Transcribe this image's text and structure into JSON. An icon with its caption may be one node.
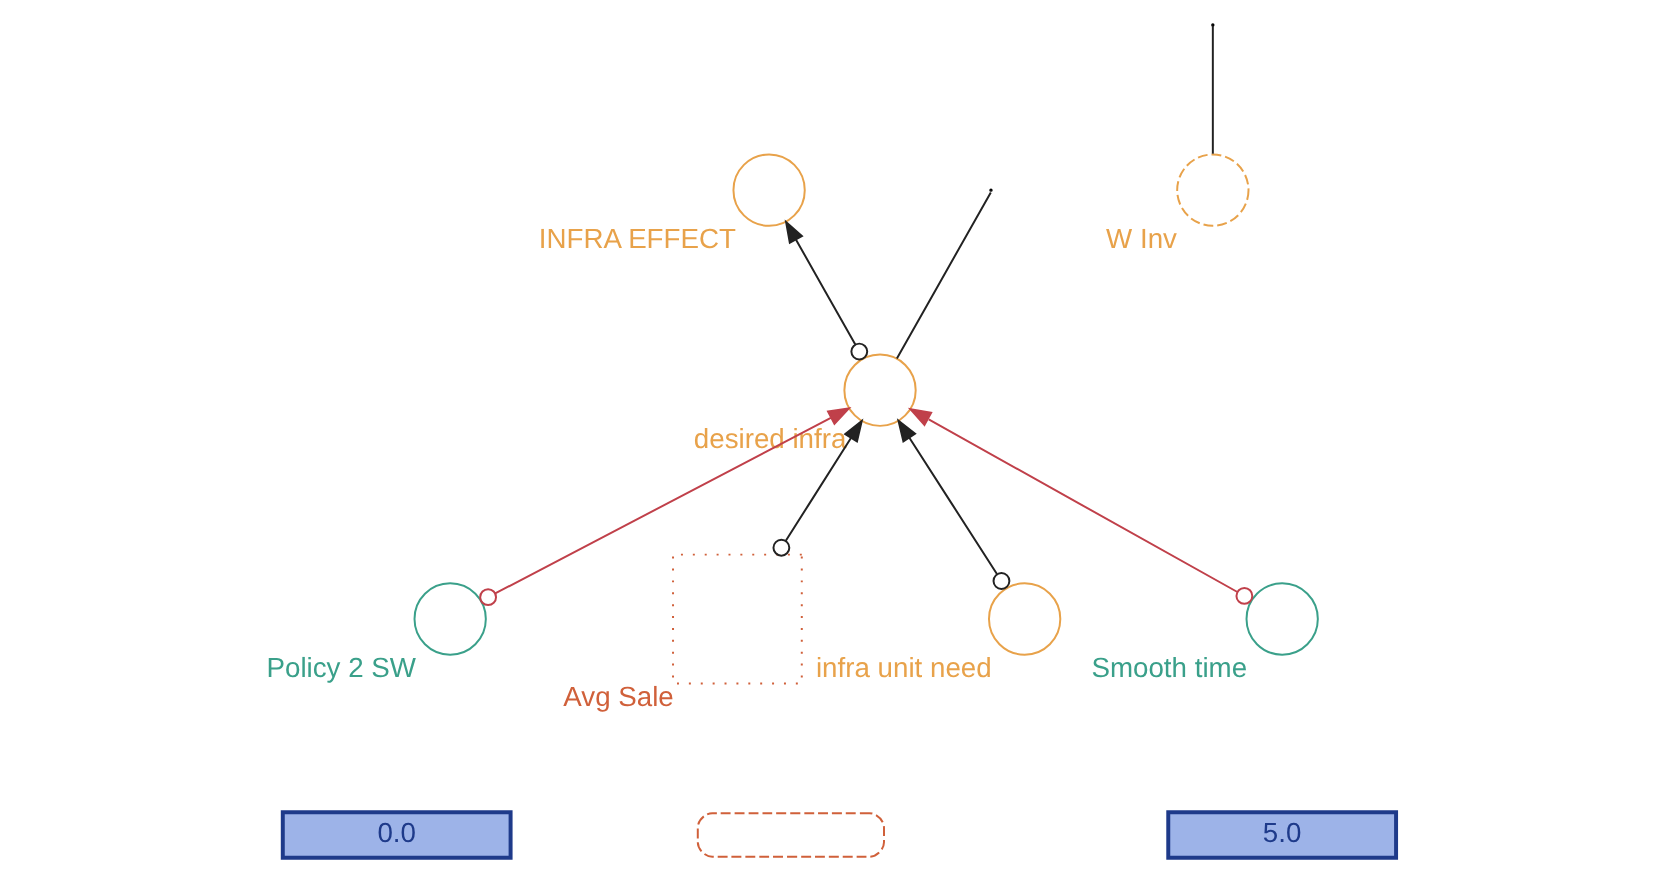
{
  "diagram": {
    "nodes": [
      {
        "text": [
          "INFRA EFFECT"
        ]
      },
      {
        "text": [
          "W Inv"
        ]
      },
      {
        "text": [
          "desired infra"
        ]
      },
      {
        "text": [
          "Policy 2 SW"
        ]
      },
      {
        "text": [
          "0.0"
        ]
      },
      {
        "text": [
          "Avg Sale"
        ]
      },
      {
        "text": [],
        "shape": "box"
      },
      {
        "text": [
          "Smooth time"
        ]
      },
      {
        "text": [
          "5.0"
        ]
      },
      {
        "text": [
          "infra unit need"
        ]
      }
    ],
    "edges": [
      {
        "from": 2,
        "to": 0,
        "arrow": "to"
      },
      {
        "from": 2,
        "to": null,
        "arrow": "none"
      },
      {
        "from": 1,
        "to": null,
        "arrow": "none"
      },
      {
        "from": 3,
        "to": 2,
        "arrow": "to",
        "color": "#c0404a"
      },
      {
        "from": 7,
        "to": 2,
        "arrow": "to",
        "color": "#c0404a"
      },
      {
        "from": 5,
        "to": 2,
        "arrow": "to"
      },
      {
        "from": 9,
        "to": 2,
        "arrow": "to"
      }
    ]
  }
}
